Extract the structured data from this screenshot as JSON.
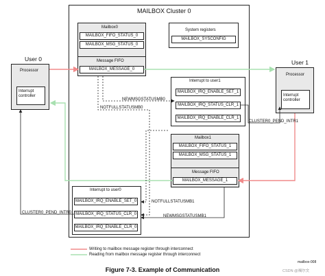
{
  "cluster": {
    "title": "MAILBOX Cluster 0"
  },
  "mailbox0": {
    "title": "Mailbox0",
    "fifo_status": "MAILBOX_FIFO_STATUS_0",
    "msg_status": "MAILBOX_MSG_STATUS_0",
    "fifo_label": "Message FIFO",
    "message": "MAILBOX_MESSAGE_0"
  },
  "sysregs": {
    "title": "System registers",
    "sysconfig": "MAILBOX_SYSCONFIG"
  },
  "irq_user1": {
    "title": "Interrupt to user1",
    "enable": "MAILBOX_IRQ_ENABLE_SET_1",
    "status": "MAILBOX_IRQ_STATUS_CLR_1",
    "clr": "MAILBOX_IRQ_ENABLE_CLR_1"
  },
  "mailbox1": {
    "title": "Mailbox1",
    "fifo_status": "MAILBOX_FIFO_STATUS_1",
    "msg_status": "MAILBOX_MSG_STATUS_1",
    "fifo_label": "Message FIFO",
    "message": "MAILBOX_MESSAGE_1"
  },
  "irq_user0": {
    "title": "Interrupt to user0",
    "enable": "MAILBOX_IRQ_ENABLE_SET_0",
    "status": "MAILBOX_IRQ_STATUS_CLR_0",
    "clr": "MAILBOX_IRQ_ENABLE_CLR_0"
  },
  "user0": {
    "title": "User 0",
    "processor": "Processor",
    "interrupt": "Interrupt controller"
  },
  "user1": {
    "title": "User 1",
    "processor": "Processor",
    "interrupt": "Interrupt controller"
  },
  "signals": {
    "newmsg0": "NEWMSGSTATUSMB0",
    "notfull0": "NOTFULLSTATUSMB0",
    "notfull1": "NOTFULLSTATUSMB1",
    "newmsg1": "NEWMSGSTATUSMB1",
    "pend1": "CLUSTER0_PEND_INTR1",
    "pend0": "CLUSTER0_PEND_INTR0"
  },
  "legend": {
    "write": "Writing to mailbox message register through interconnect",
    "read": "Reading from mailbox message register through interconnect"
  },
  "figure_id": "mailbox-008",
  "watermark": "CSDN @褐尔文",
  "caption": "Figure 7-3. Example of Communication",
  "colors": {
    "write": "#f08a8a",
    "read": "#a8e0b0",
    "dark": "#222222"
  }
}
